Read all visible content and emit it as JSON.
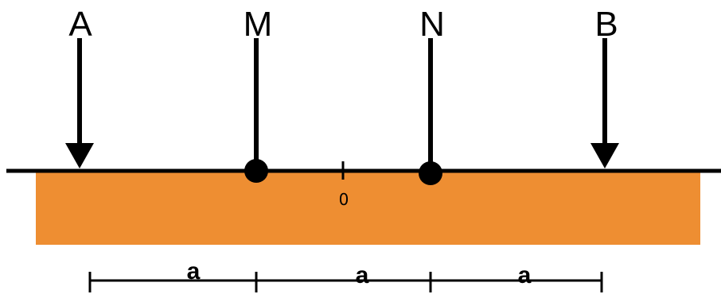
{
  "labels": {
    "A": "A",
    "M": "M",
    "N": "N",
    "B": "B",
    "origin": "0",
    "dim1": "a",
    "dim2": "a",
    "dim3": "a"
  },
  "colors": {
    "slab": "#ee8e32",
    "line": "#000000",
    "background": "#ffffff"
  }
}
